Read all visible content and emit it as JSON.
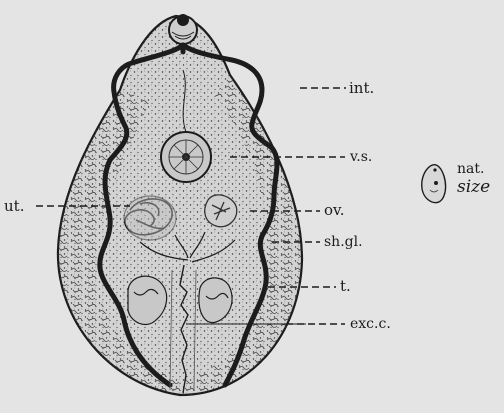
{
  "labels": {
    "intestine": "int.",
    "ventral_sucker": "v.s.",
    "uterus": "ut.",
    "ovary": "ov.",
    "shell_gland": "sh.gl.",
    "testes": "t.",
    "excretory_canal": "exc.c.",
    "natural_size_line1": "nat.",
    "natural_size_line2": "size"
  },
  "colors": {
    "background": "#e4e4e4",
    "ink": "#1c1c1c",
    "body_fill": "#d3d3d3"
  }
}
